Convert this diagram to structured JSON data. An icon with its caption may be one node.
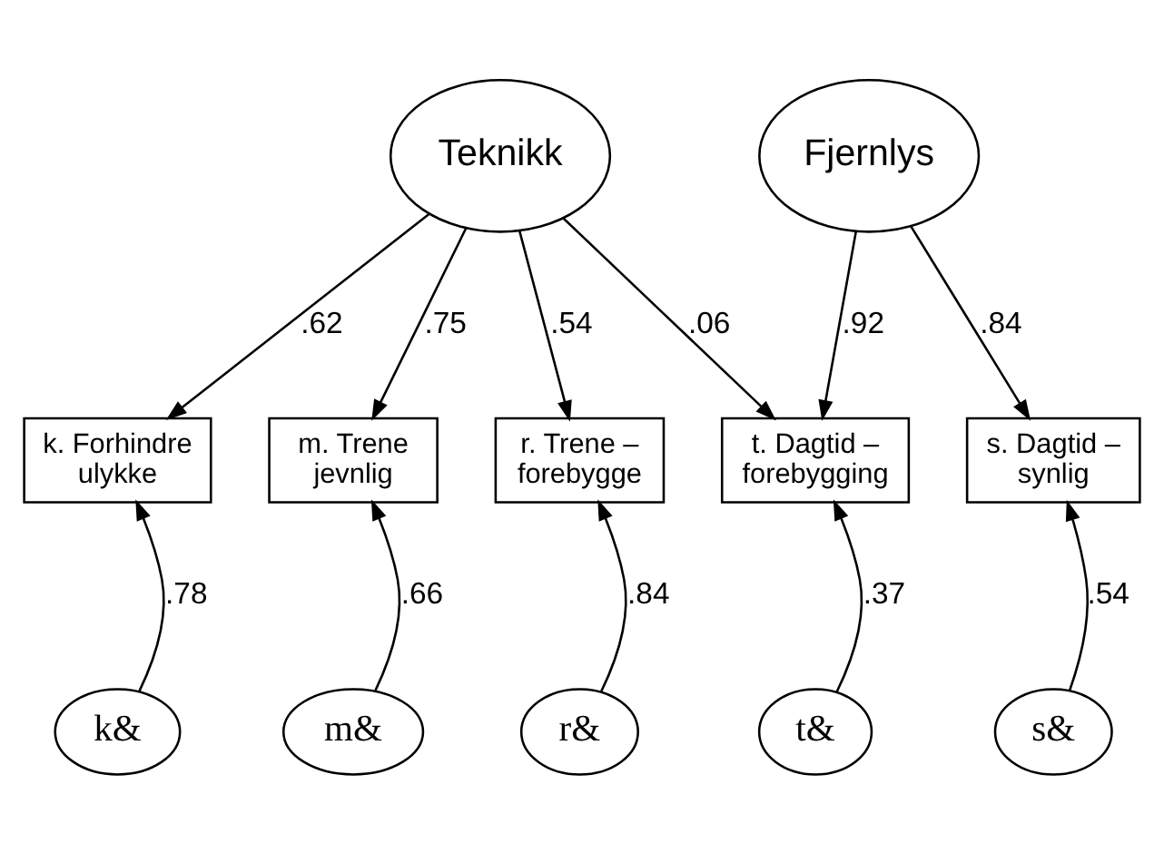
{
  "diagram": {
    "nodes": [
      {
        "text": [
          "Teknikk"
        ]
      },
      {
        "text": [
          "Fjernlys"
        ]
      },
      {
        "text": [
          "k. Forhindre ulykke"
        ]
      },
      {
        "text": [
          "m. Trene jevnlig"
        ]
      },
      {
        "text": [
          "r. Trene – forebygge"
        ]
      },
      {
        "text": [
          "s. Dagtid – synlig"
        ]
      },
      {
        "text": [
          "t. Dagtid – forebygging"
        ]
      },
      {
        "text": [
          "k&"
        ]
      },
      {
        "text": [
          "m&"
        ]
      },
      {
        "text": [
          "r&"
        ]
      },
      {
        "text": [
          "s&"
        ]
      },
      {
        "text": [
          "t&"
        ]
      }
    ],
    "edges": [
      {
        "from": 0,
        "to": 2,
        "arrow": "to",
        "label": ".62"
      },
      {
        "from": 0,
        "to": 3,
        "arrow": "to",
        "label": ".75"
      },
      {
        "from": 0,
        "to": 4,
        "arrow": "to",
        "label": ".54"
      },
      {
        "from": 0,
        "to": 6,
        "arrow": "to",
        "label": ".06"
      },
      {
        "from": 1,
        "to": 5,
        "arrow": "to",
        "label": ".84"
      },
      {
        "from": 1,
        "to": 6,
        "arrow": "to",
        "label": ".92"
      },
      {
        "from": 7,
        "to": 2,
        "arrow": "to",
        "label": ".78"
      },
      {
        "from": 8,
        "to": 3,
        "arrow": "to",
        "label": ".66"
      },
      {
        "from": 9,
        "to": 4,
        "arrow": "to",
        "label": ".84"
      },
      {
        "from": 10,
        "to": 5,
        "arrow": "to",
        "label": ".54"
      },
      {
        "from": 11,
        "to": 6,
        "arrow": "to",
        "label": ".37"
      }
    ]
  }
}
